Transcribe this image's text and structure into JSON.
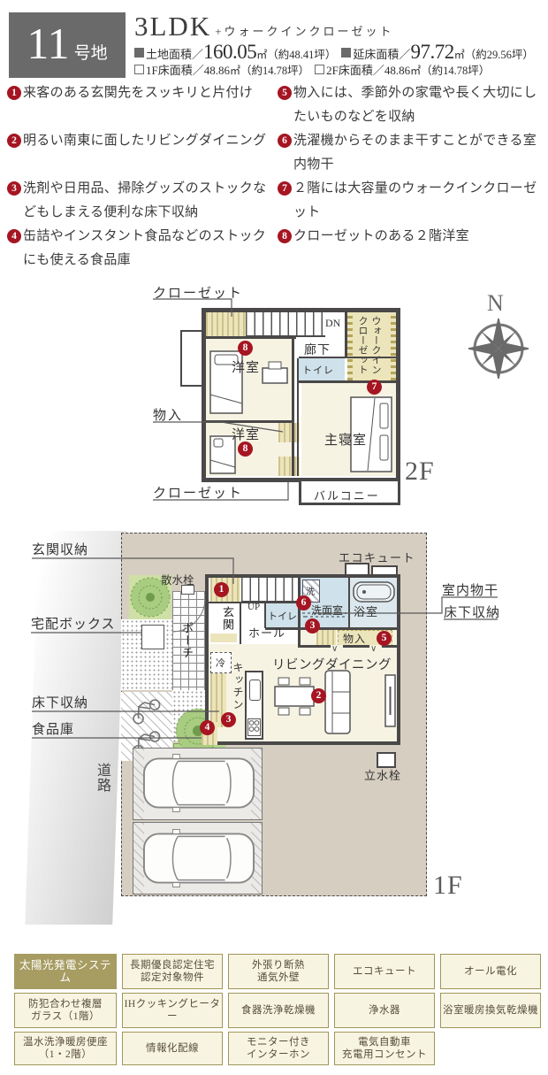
{
  "header": {
    "lot_number": "11",
    "lot_suffix": "号地",
    "plan_type": "3LDK",
    "plan_suffix": "+ウォークインクローゼット",
    "areas": [
      {
        "label": "土地面積／",
        "value": "160.05",
        "unit": "㎡",
        "note": "（約48.41坪）"
      },
      {
        "label": "延床面積／",
        "value": "97.72",
        "unit": "㎡",
        "note": "（約29.56坪）"
      },
      {
        "label": "1F床面積／",
        "value": "48.86",
        "unit": "㎡",
        "note": "（約14.78坪）"
      },
      {
        "label": "2F床面積／",
        "value": "48.86",
        "unit": "㎡",
        "note": "（約14.78坪）"
      }
    ]
  },
  "features": {
    "items": [
      {
        "num": "1",
        "text": "来客のある玄関先をスッキリと片付け"
      },
      {
        "num": "2",
        "text": "明るい南東に面したリビングダイニング"
      },
      {
        "num": "3",
        "text": "洗剤や日用品、掃除グッズのストックなどもしまえる便利な床下収納"
      },
      {
        "num": "4",
        "text": "缶詰やインスタント食品などのストックにも使える食品庫"
      },
      {
        "num": "5",
        "text": "物入には、季節外の家電や長く大切にしたいものなどを収納"
      },
      {
        "num": "6",
        "text": "洗濯機からそのまま干すことができる室内物干"
      },
      {
        "num": "7",
        "text": "２階には大容量のウォークインクローゼット"
      },
      {
        "num": "8",
        "text": "クローゼットのある２階洋室"
      }
    ]
  },
  "floor2": {
    "tag": "2F",
    "compass": "N",
    "annotations": {
      "closet_top": "クローゼット",
      "monoire": "物入",
      "closet_bottom": "クローゼット"
    },
    "rooms": {
      "stairs_dn": "DN",
      "hallway": "廊下",
      "wic": "ウォークインクローゼット",
      "toilet": "トイレ",
      "bedroom1": "洋室",
      "bedroom2": "洋室",
      "master": "主寝室",
      "balcony": "バルコニー"
    },
    "badges": {
      "wic": "7",
      "bedroom1": "8",
      "bedroom2": "8"
    }
  },
  "floor1": {
    "tag": "1F",
    "road": "道路",
    "annotations_left": [
      "玄関収納",
      "宅配ボックス",
      "床下収納",
      "食品庫"
    ],
    "annotations_right": [
      "室内物干",
      "床下収納"
    ],
    "outdoor": {
      "sansui": "散水栓",
      "ecocute": "エコキュート",
      "rissui": "立水栓"
    },
    "rooms": {
      "genkan": "玄関",
      "porch": "ポーチ",
      "stairs_up": "UP",
      "hall": "ホール",
      "toilet": "トイレ",
      "laundry": "洗",
      "washroom": "洗面室",
      "bath": "浴室",
      "monoire": "物入",
      "fridge": "冷",
      "kitchen": "キッチン",
      "living": "リビングダイニング"
    },
    "badges": {
      "entrance": "1",
      "living": "2",
      "wash_floor": "3",
      "kitchen_floor": "3",
      "pantry": "4",
      "monoire": "5",
      "laundry": "6"
    }
  },
  "equipment": {
    "rows": [
      [
        "太陽光発電システム",
        "長期優良認定住宅\n認定対象物件",
        "外張り断熱\n通気外壁",
        "エコキュート",
        "オール電化"
      ],
      [
        "防犯合わせ複層\nガラス（1階）",
        "IHクッキングヒーター",
        "食器洗浄乾燥機",
        "浄水器",
        "浴室暖房換気乾燥機"
      ],
      [
        "温水洗浄暖房便座\n（1・2階）",
        "情報化配線",
        "モニター付き\nインターホン",
        "電気自動車\n充電用コンセント"
      ]
    ]
  },
  "colors": {
    "badge_red": "#a51522",
    "lot_box_gray": "#6a6a6a",
    "site_tan": "#d7cec2",
    "floor_cream": "#f7f3e3",
    "closet_yellow": "#ece5bb",
    "water_blue": "#cfe1ea",
    "wall_dark": "#4a4848",
    "equipment_olive": "#a79c62",
    "equipment_cream": "#f8f4e2"
  }
}
